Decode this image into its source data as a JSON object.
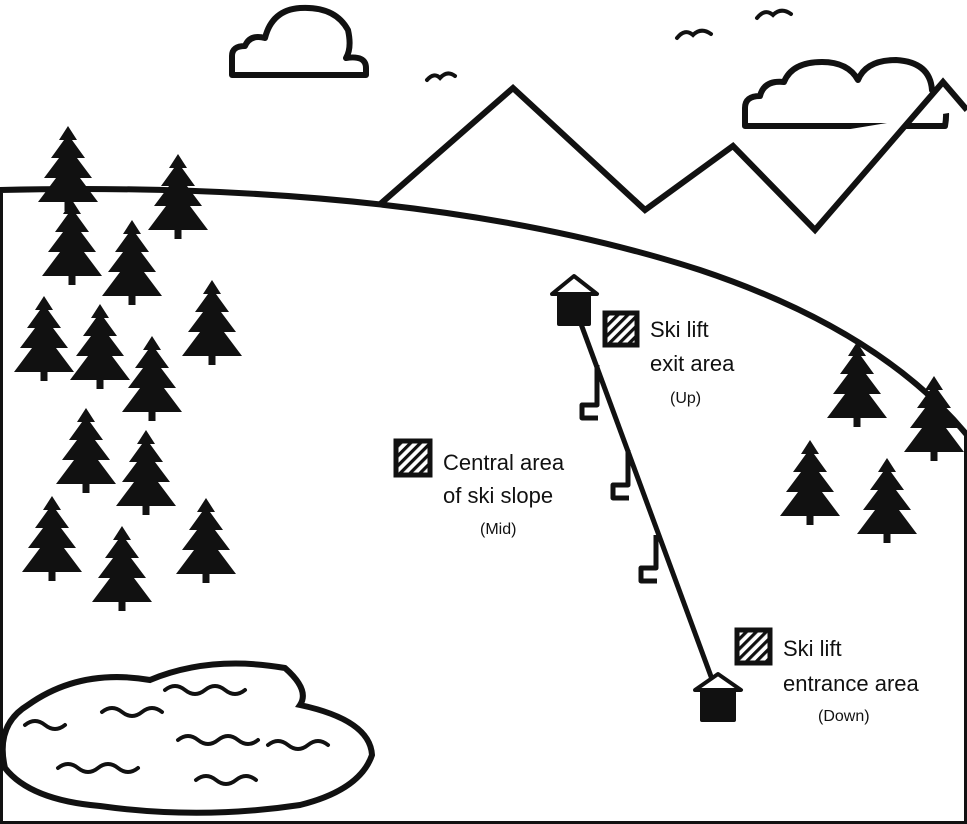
{
  "colors": {
    "ink": "#111111",
    "paper": "#ffffff"
  },
  "labels": {
    "exit": {
      "line1": "Ski lift",
      "line2": "exit area",
      "sub": "(Up)"
    },
    "mid": {
      "line1": "Central area",
      "line2": "of ski slope",
      "sub": "(Mid)"
    },
    "entrance": {
      "line1": "Ski lift",
      "line2": "entrance area",
      "sub": "(Down)"
    }
  },
  "icons": {
    "marker": "hatched-square-icon",
    "station": "lift-station-icon",
    "tree": "pine-tree-icon",
    "cloud": "cloud-icon",
    "bird": "bird-icon"
  }
}
